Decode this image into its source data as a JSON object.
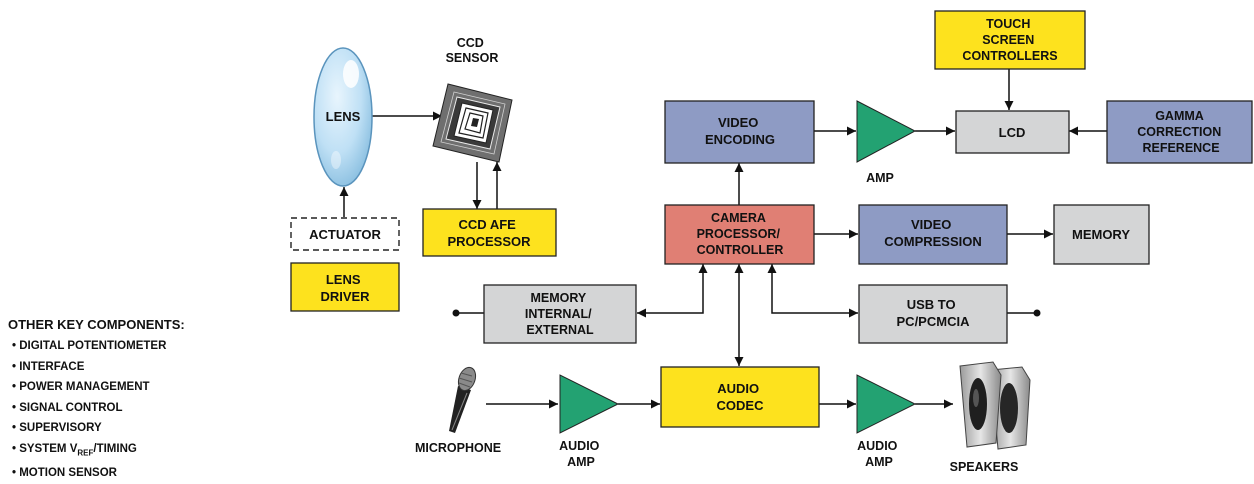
{
  "colors": {
    "yellow": "#fde21e",
    "blue": "#8e9bc4",
    "gray": "#d4d5d6",
    "red": "#e07f74",
    "green": "#23a272"
  },
  "blocks": {
    "touch_screen": [
      "TOUCH",
      "SCREEN",
      "CONTROLLERS"
    ],
    "video_encoding": [
      "VIDEO",
      "ENCODING"
    ],
    "lcd": [
      "LCD"
    ],
    "gamma": [
      "GAMMA",
      "CORRECTION",
      "REFERENCE"
    ],
    "camera_processor": [
      "CAMERA",
      "PROCESSOR/",
      "CONTROLLER"
    ],
    "video_compression": [
      "VIDEO",
      "COMPRESSION"
    ],
    "memory": [
      "MEMORY"
    ],
    "ccd_afe": [
      "CCD AFE",
      "PROCESSOR"
    ],
    "actuator": [
      "ACTUATOR"
    ],
    "lens_driver": [
      "LENS",
      "DRIVER"
    ],
    "memory_internal": [
      "MEMORY",
      "INTERNAL/",
      "EXTERNAL"
    ],
    "usb": [
      "USB TO",
      "PC/PCMCIA"
    ],
    "audio_codec": [
      "AUDIO",
      "CODEC"
    ]
  },
  "labels": {
    "lens": "LENS",
    "ccd_sensor": [
      "CCD",
      "SENSOR"
    ],
    "amp": "AMP",
    "audio_amp_in": [
      "AUDIO",
      "AMP"
    ],
    "audio_amp_out": [
      "AUDIO",
      "AMP"
    ],
    "microphone": "MICROPHONE",
    "speakers": "SPEAKERS"
  },
  "other_components": {
    "title": "OTHER KEY COMPONENTS:",
    "items": [
      "• DIGITAL POTENTIOMETER",
      "• INTERFACE",
      "• POWER MANAGEMENT",
      "• SIGNAL CONTROL",
      "• SUPERVISORY"
    ],
    "system_item": {
      "prefix": "• SYSTEM V",
      "sub": "REF",
      "suffix": "/TIMING"
    },
    "last_item": "• MOTION SENSOR"
  }
}
